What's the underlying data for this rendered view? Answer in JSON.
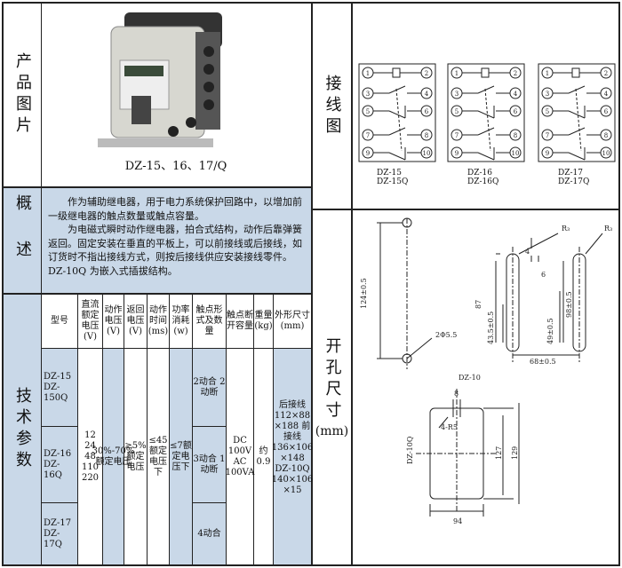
{
  "sections": {
    "photo": "产品图片",
    "overview": "概述",
    "specs": "技术参数",
    "wiring": "接线图",
    "cutout_line1": "开孔尺寸",
    "cutout_unit": "(mm)"
  },
  "photo_caption": "DZ-15、16、17/Q",
  "overview": {
    "paragraph1": "作为辅助继电器，用于电力系统保护回路中，以增加前一级继电器的触点数量或触点容量。",
    "paragraph2": "为电磁式瞬时动作继电器，拍合式结构，动作后靠弹簧返回。固定安装在垂直的平板上，可以前接线或后接线，如订货时不指出接线方式，则按后接线供应安装接线零件。DZ-10Q 为嵌入式插拔结构。"
  },
  "table": {
    "headers": [
      "型号",
      "直流额定电压(V)",
      "动作电压(V)",
      "返回电压(V)",
      "动作时间(ms)",
      "功率消耗(w)",
      "触点形式及数量",
      "触点断开容量",
      "重量(kg)",
      "外形尺寸(mm)"
    ],
    "models": [
      "DZ-15 DZ-150Q",
      "DZ-16 DZ-16Q",
      "DZ-17 DZ-17Q"
    ],
    "rated_voltage": "12 24 48 110 220",
    "pickup_voltage": "30%-70%额定电压",
    "return_voltage": "≥5%额定电压",
    "operate_time": "≤45额定电压下",
    "power": "≤7额定电压下",
    "contacts": [
      "2动合 2动断",
      "3动合 1动断",
      "4动合"
    ],
    "breaking_capacity": "DC 100V AC 100VA",
    "weight": "约0.9",
    "dimensions": "后接线 112×88 ×188 前接线 136×106 ×148 DZ-10Q 140×106 ×15"
  },
  "wiring": {
    "labels": [
      "DZ-15",
      "DZ-15Q",
      "DZ-16",
      "DZ-16Q",
      "DZ-17",
      "DZ-17Q"
    ],
    "terminals": [
      "1",
      "2",
      "3",
      "4",
      "5",
      "6",
      "7",
      "8",
      "9",
      "10"
    ]
  },
  "cutout": {
    "dims": [
      "124±0.5",
      "2Φ5.5",
      "87",
      "43.5±0.5",
      "49±0.5",
      "98±0.5",
      "68±0.5",
      "6",
      "4",
      "R3",
      "R3",
      "DZ-10"
    ],
    "dz10q": [
      "8",
      "4-R5",
      "127",
      "129",
      "94",
      "DZ-10Q"
    ]
  }
}
